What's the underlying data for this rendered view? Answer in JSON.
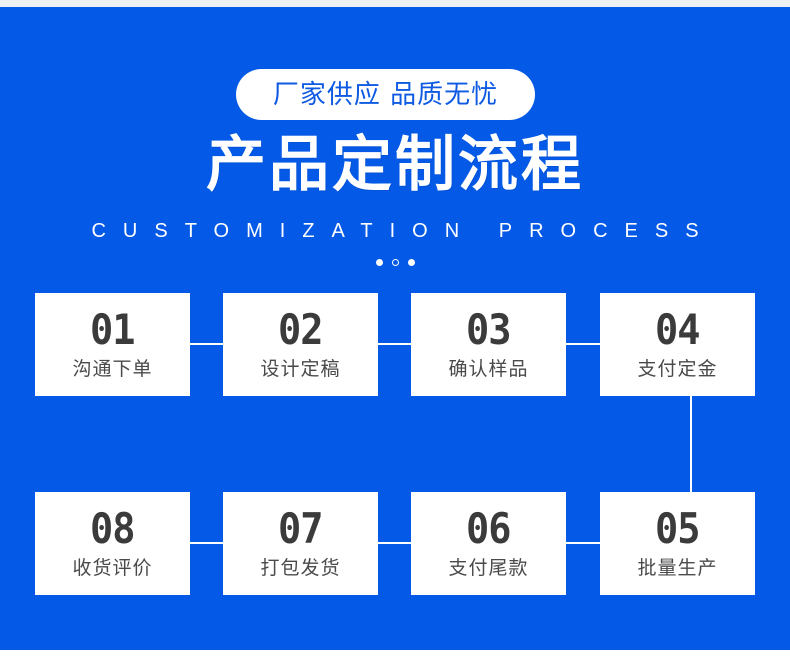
{
  "page": {
    "background_color": "#0459e6",
    "card_color": "#ffffff",
    "number_color": "#3b3b3b",
    "label_color": "#4a4a4a",
    "badge_text_color": "#0e5ae2"
  },
  "header": {
    "badge_label": "厂家供应  品质无忧",
    "title": "产品定制流程",
    "subtitle": "CUSTOMIZATION PROCESS",
    "dots": [
      "filled",
      "hollow",
      "filled"
    ]
  },
  "process": {
    "row1": [
      {
        "number": "01",
        "label": "沟通下单"
      },
      {
        "number": "02",
        "label": "设计定稿"
      },
      {
        "number": "03",
        "label": "确认样品"
      },
      {
        "number": "04",
        "label": "支付定金"
      }
    ],
    "row2": [
      {
        "number": "08",
        "label": "收货评价"
      },
      {
        "number": "07",
        "label": "打包发货"
      },
      {
        "number": "06",
        "label": "支付尾款"
      },
      {
        "number": "05",
        "label": "批量生产"
      }
    ]
  }
}
